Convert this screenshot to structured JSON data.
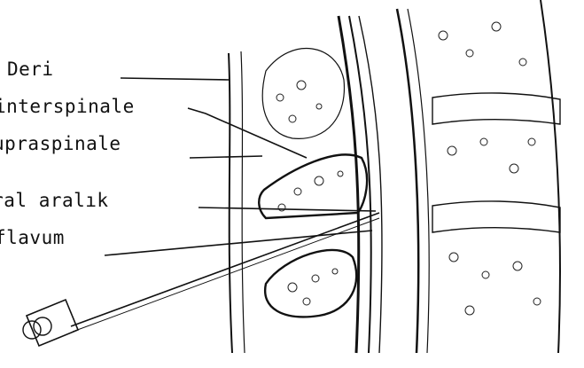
{
  "labels": {
    "deri": "Deri",
    "interspinale": "interspinale",
    "supraspinale": "upraspinale",
    "epidural": "ural aralık",
    "flavum": "flavum"
  },
  "colors": {
    "ink": "#111111",
    "paper": "#ffffff"
  }
}
